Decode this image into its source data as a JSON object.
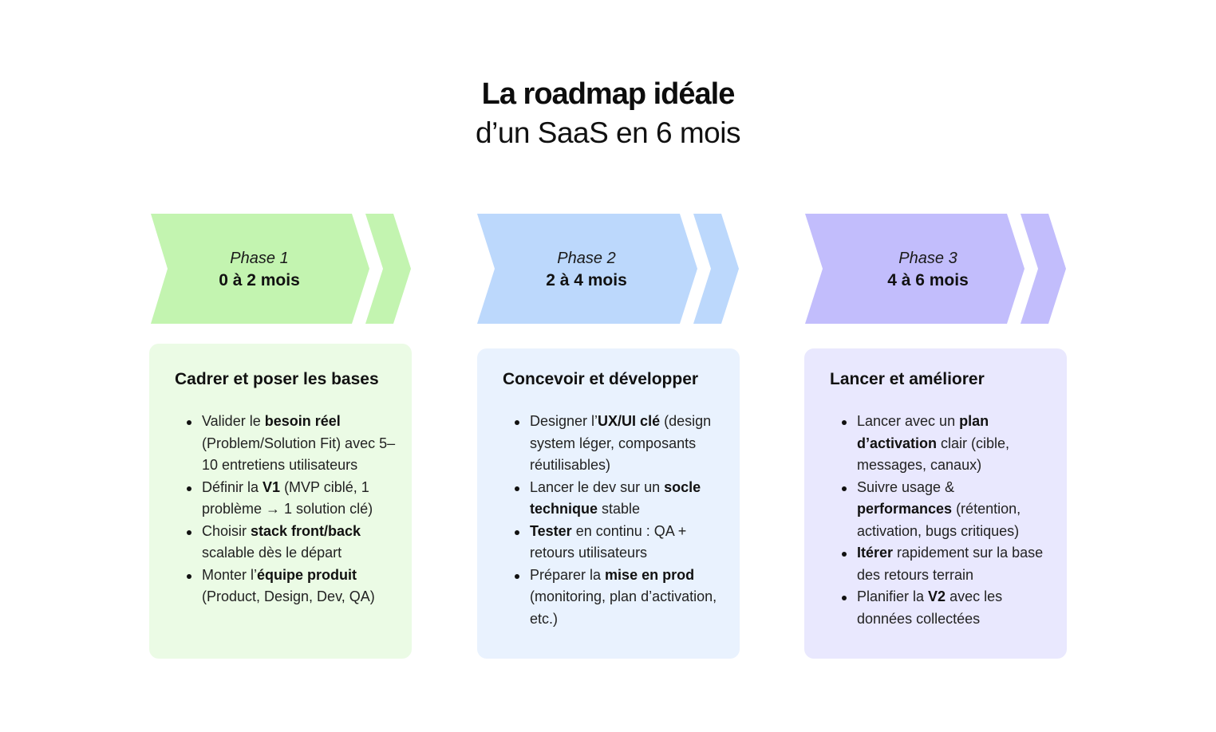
{
  "header": {
    "title": "La roadmap idéale",
    "subtitle": "d’un SaaS en 6 mois"
  },
  "colors": {
    "phase1_arrow": "#c3f4b0",
    "phase1_card": "#ebfbe5",
    "phase2_arrow": "#bcd8fc",
    "phase2_card": "#e9f2fe",
    "phase3_arrow": "#c2bdfc",
    "phase3_card": "#e9e8fe"
  },
  "phases": [
    {
      "name": "Phase 1",
      "range": "0 à 2 mois",
      "card_title": "Cadrer et poser les bases",
      "items": [
        {
          "parts": [
            {
              "t": "Valider le "
            },
            {
              "t": "besoin réel",
              "b": true
            },
            {
              "t": " (Problem/Solution Fit) avec 5–10 entretiens utilisateurs"
            }
          ]
        },
        {
          "parts": [
            {
              "t": "Définir la "
            },
            {
              "t": "V1",
              "b": true
            },
            {
              "t": " (MVP ciblé, 1 problème → 1 solution clé)"
            }
          ]
        },
        {
          "parts": [
            {
              "t": "Choisir "
            },
            {
              "t": "stack front/back",
              "b": true
            },
            {
              "t": " scalable dès le départ"
            }
          ]
        },
        {
          "parts": [
            {
              "t": "Monter l’"
            },
            {
              "t": "équipe produit",
              "b": true
            },
            {
              "t": " (Product, Design, Dev, QA)"
            }
          ]
        }
      ]
    },
    {
      "name": "Phase 2",
      "range": "2 à 4 mois",
      "card_title": "Concevoir et développer",
      "items": [
        {
          "parts": [
            {
              "t": "Designer l’"
            },
            {
              "t": "UX/UI clé",
              "b": true
            },
            {
              "t": " (design system léger, composants réutilisables)"
            }
          ]
        },
        {
          "parts": [
            {
              "t": "Lancer le dev sur un "
            },
            {
              "t": "socle technique",
              "b": true
            },
            {
              "t": " stable"
            }
          ]
        },
        {
          "parts": [
            {
              "t": "Tester",
              "b": true
            },
            {
              "t": " en continu : QA + retours utilisateurs"
            }
          ]
        },
        {
          "parts": [
            {
              "t": "Préparer la "
            },
            {
              "t": "mise en prod",
              "b": true
            },
            {
              "t": " (monitoring, plan d’activation, etc.)"
            }
          ]
        }
      ]
    },
    {
      "name": "Phase 3",
      "range": "4 à 6 mois",
      "card_title": "Lancer et améliorer",
      "items": [
        {
          "parts": [
            {
              "t": "Lancer avec un "
            },
            {
              "t": "plan d’activation",
              "b": true
            },
            {
              "t": " clair (cible, messages, canaux)"
            }
          ]
        },
        {
          "parts": [
            {
              "t": "Suivre usage & "
            },
            {
              "t": "performances",
              "b": true
            },
            {
              "t": " (rétention, activation, bugs critiques)"
            }
          ]
        },
        {
          "parts": [
            {
              "t": "Itérer",
              "b": true
            },
            {
              "t": " rapidement sur la base des retours terrain"
            }
          ]
        },
        {
          "parts": [
            {
              "t": "Planifier la "
            },
            {
              "t": "V2",
              "b": true
            },
            {
              "t": " avec les données collectées"
            }
          ]
        }
      ]
    }
  ]
}
